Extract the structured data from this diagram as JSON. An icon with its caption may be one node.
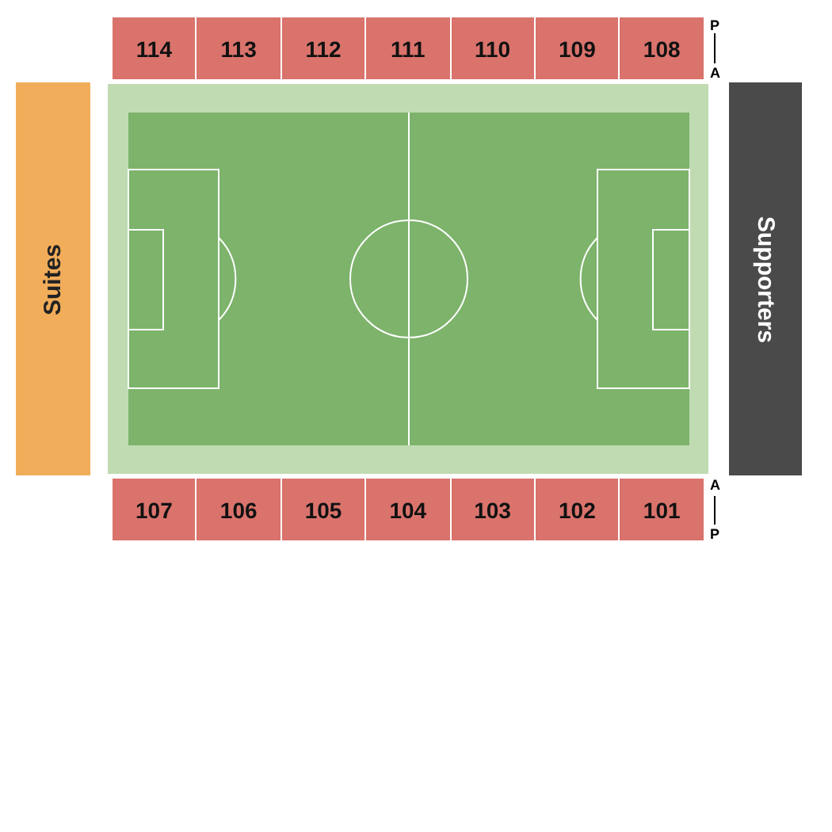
{
  "diagram": {
    "nodes": [
      {
        "text": [
          "114"
        ]
      },
      {
        "text": [
          "113"
        ]
      },
      {
        "text": [
          "112"
        ]
      },
      {
        "text": [
          "111"
        ]
      },
      {
        "text": [
          "110"
        ]
      },
      {
        "text": [
          "109"
        ]
      },
      {
        "text": [
          "108"
        ]
      },
      {
        "text": [
          "Suites"
        ]
      },
      {
        "text": [
          "Supporters"
        ]
      },
      {
        "text": [
          "107"
        ]
      },
      {
        "text": [
          "106"
        ]
      },
      {
        "text": [
          "105"
        ]
      },
      {
        "text": [
          "104"
        ]
      },
      {
        "text": [
          "103"
        ]
      },
      {
        "text": [
          "102"
        ]
      },
      {
        "text": [
          "101"
        ]
      }
    ],
    "labels": [
      "P",
      "A",
      "A",
      "P"
    ]
  }
}
